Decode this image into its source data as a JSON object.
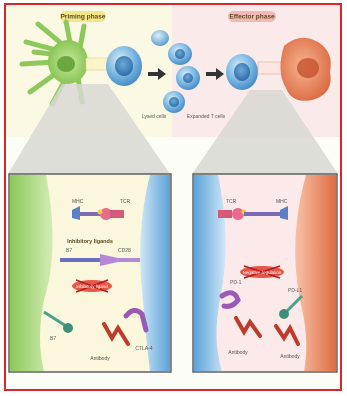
{
  "phases": {
    "left_title": "Priming phase",
    "right_title": "Effector phase"
  },
  "cell_labels": {
    "clone_a": "Lysed cells",
    "clone_b": "Expanded T cells"
  },
  "left_panel": {
    "top_left_label": "MHC",
    "top_right_label": "TCR",
    "block_title": "Inhibitory ligands",
    "pair_left_label": "B7",
    "pair_right_label": "CD28",
    "cross_label": "Inhibitory ligand",
    "bottom_left_label": "B7",
    "bottom_mid_label": "Antibody",
    "bottom_right_label": "CTLA-4"
  },
  "right_panel": {
    "top_left_label": "TCR",
    "top_right_label": "MHC",
    "cross_label": "Negative regulation",
    "mid_left_label": "PD-1",
    "mid_right_label": "PD-L1",
    "bottom_left_label": "Antibody",
    "bottom_right_label": "Antibody"
  },
  "colors": {
    "frame": "#d9262e",
    "dendritic_cell": "#9fd36a",
    "t_cell": "#5aa3d8",
    "tumor_cell": "#e9825b",
    "left_bg": "#fbf7dc",
    "right_bg": "#fce8e8"
  }
}
